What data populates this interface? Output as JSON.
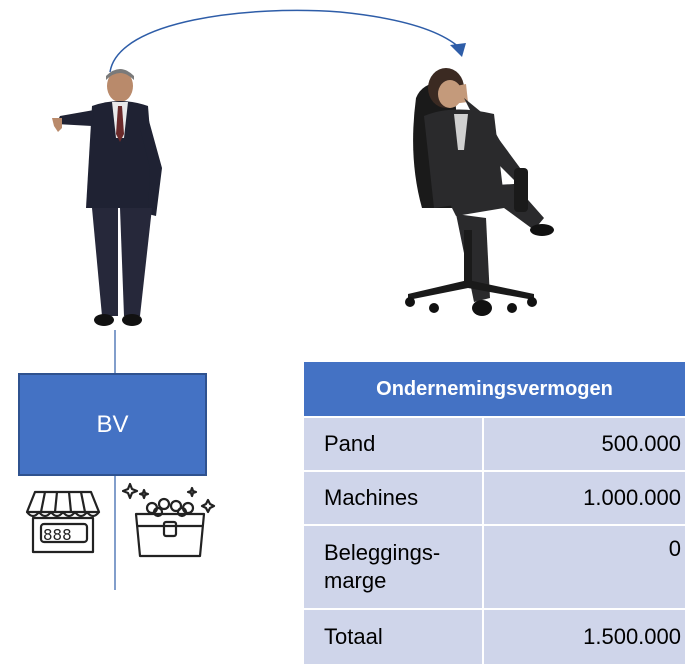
{
  "bv_label": "BV",
  "table": {
    "header": "Ondernemingsvermogen",
    "rows": [
      {
        "label": "Pand",
        "value": "500.000"
      },
      {
        "label": "Machines",
        "value": "1.000.000"
      },
      {
        "label": "Beleggings-\nmarge",
        "value": "0"
      },
      {
        "label": "Totaal",
        "value": "1.500.000"
      }
    ]
  },
  "icons": [
    "shop-icon",
    "treasure-chest-icon"
  ],
  "colors": {
    "accent": "#4472C4",
    "table_row": "#CFD5EA",
    "arrow": "#2E5DA8"
  }
}
